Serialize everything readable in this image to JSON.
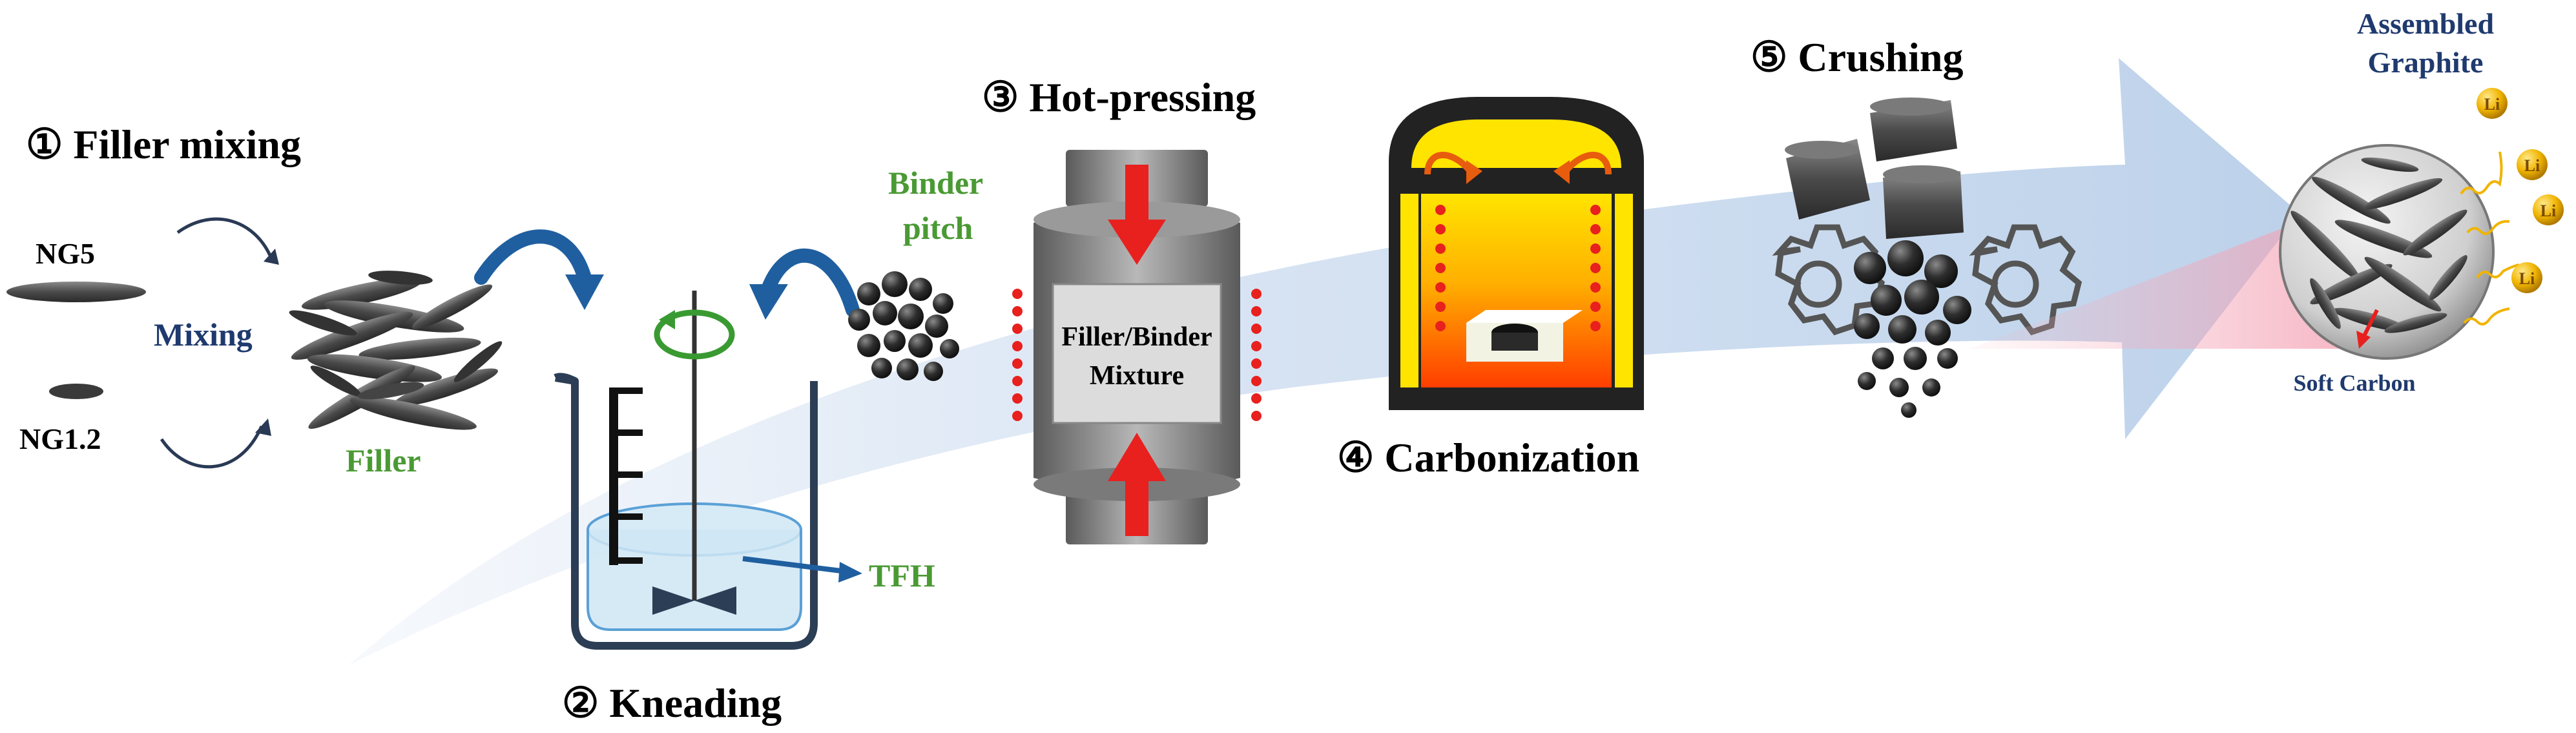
{
  "steps": {
    "s1": {
      "num": "①",
      "label": "Filler mixing"
    },
    "s2": {
      "num": "②",
      "label": "Kneading"
    },
    "s3": {
      "num": "③",
      "label": "Hot-pressing"
    },
    "s4": {
      "num": "④",
      "label": "Carbonization"
    },
    "s5": {
      "num": "⑤",
      "label": "Crushing"
    }
  },
  "labels": {
    "ng5": "NG5",
    "ng12": "NG1.2",
    "mixing": "Mixing",
    "filler": "Filler",
    "binder_line1": "Binder",
    "binder_line2": "pitch",
    "tfh": "TFH",
    "mixture_line1": "Filler/Binder",
    "mixture_line2": "Mixture",
    "assembled_line1": "Assembled",
    "assembled_line2": "Graphite",
    "soft_carbon": "Soft Carbon",
    "li": "Li"
  },
  "colors": {
    "navy": "#1f3a6e",
    "green": "#4a9a34",
    "red": "#e8201e",
    "gray": "#555555",
    "arrow_bg": "#c7d8ee",
    "arrow_blue": "#1f5fa0",
    "li_ball": "#f0b400"
  },
  "icons": [
    "circular-arrow-icon",
    "gear-icon",
    "li-ion-icon",
    "press-arrow-icon",
    "heat-arrow-icon"
  ]
}
